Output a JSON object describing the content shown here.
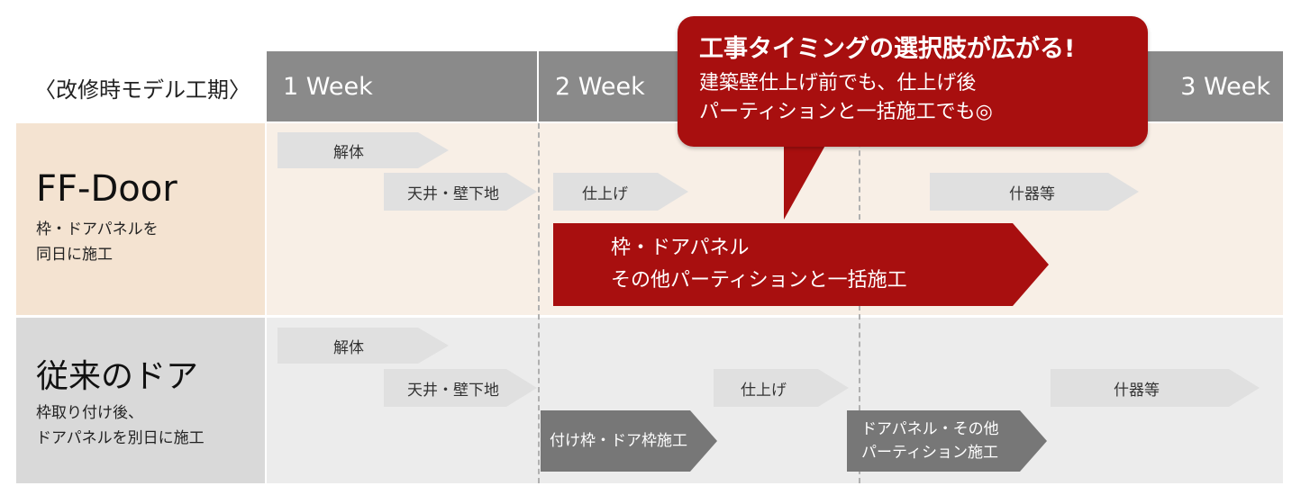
{
  "header": {
    "period_label": "〈改修時モデル工期〉",
    "weeks": [
      "1 Week",
      "2 Week",
      "3 Week"
    ]
  },
  "ff_door": {
    "title": "FF-Door",
    "desc_line1": "枠・ドアパネルを",
    "desc_line2": "同日に施工",
    "tasks": {
      "demolition": "解体",
      "ceiling_wall": "天井・壁下地",
      "finishing": "仕上げ",
      "fixtures": "什器等",
      "main_line1": "枠・ドアパネル",
      "main_line2": "その他パーティションと一括施工"
    }
  },
  "conventional": {
    "title": "従来のドア",
    "desc_line1": "枠取り付け後、",
    "desc_line2": "ドアパネルを別日に施工",
    "tasks": {
      "demolition": "解体",
      "ceiling_wall": "天井・壁下地",
      "finishing": "仕上げ",
      "fixtures": "什器等",
      "frame_install": "付け枠・ドア枠施工",
      "panel_line1": "ドアパネル・その他",
      "panel_line2": "パーティション施工"
    }
  },
  "callout": {
    "title": "工事タイミングの選択肢が広がる!",
    "line1": "建築壁仕上げ前でも、仕上げ後",
    "line2": "パーティションと一括施工でも◎"
  },
  "colors": {
    "accent_red": "#a80f0f",
    "week_header": "#8a8a8a",
    "ff_label_bg": "#f4e3d1",
    "conv_label_bg": "#d9d9d9"
  }
}
